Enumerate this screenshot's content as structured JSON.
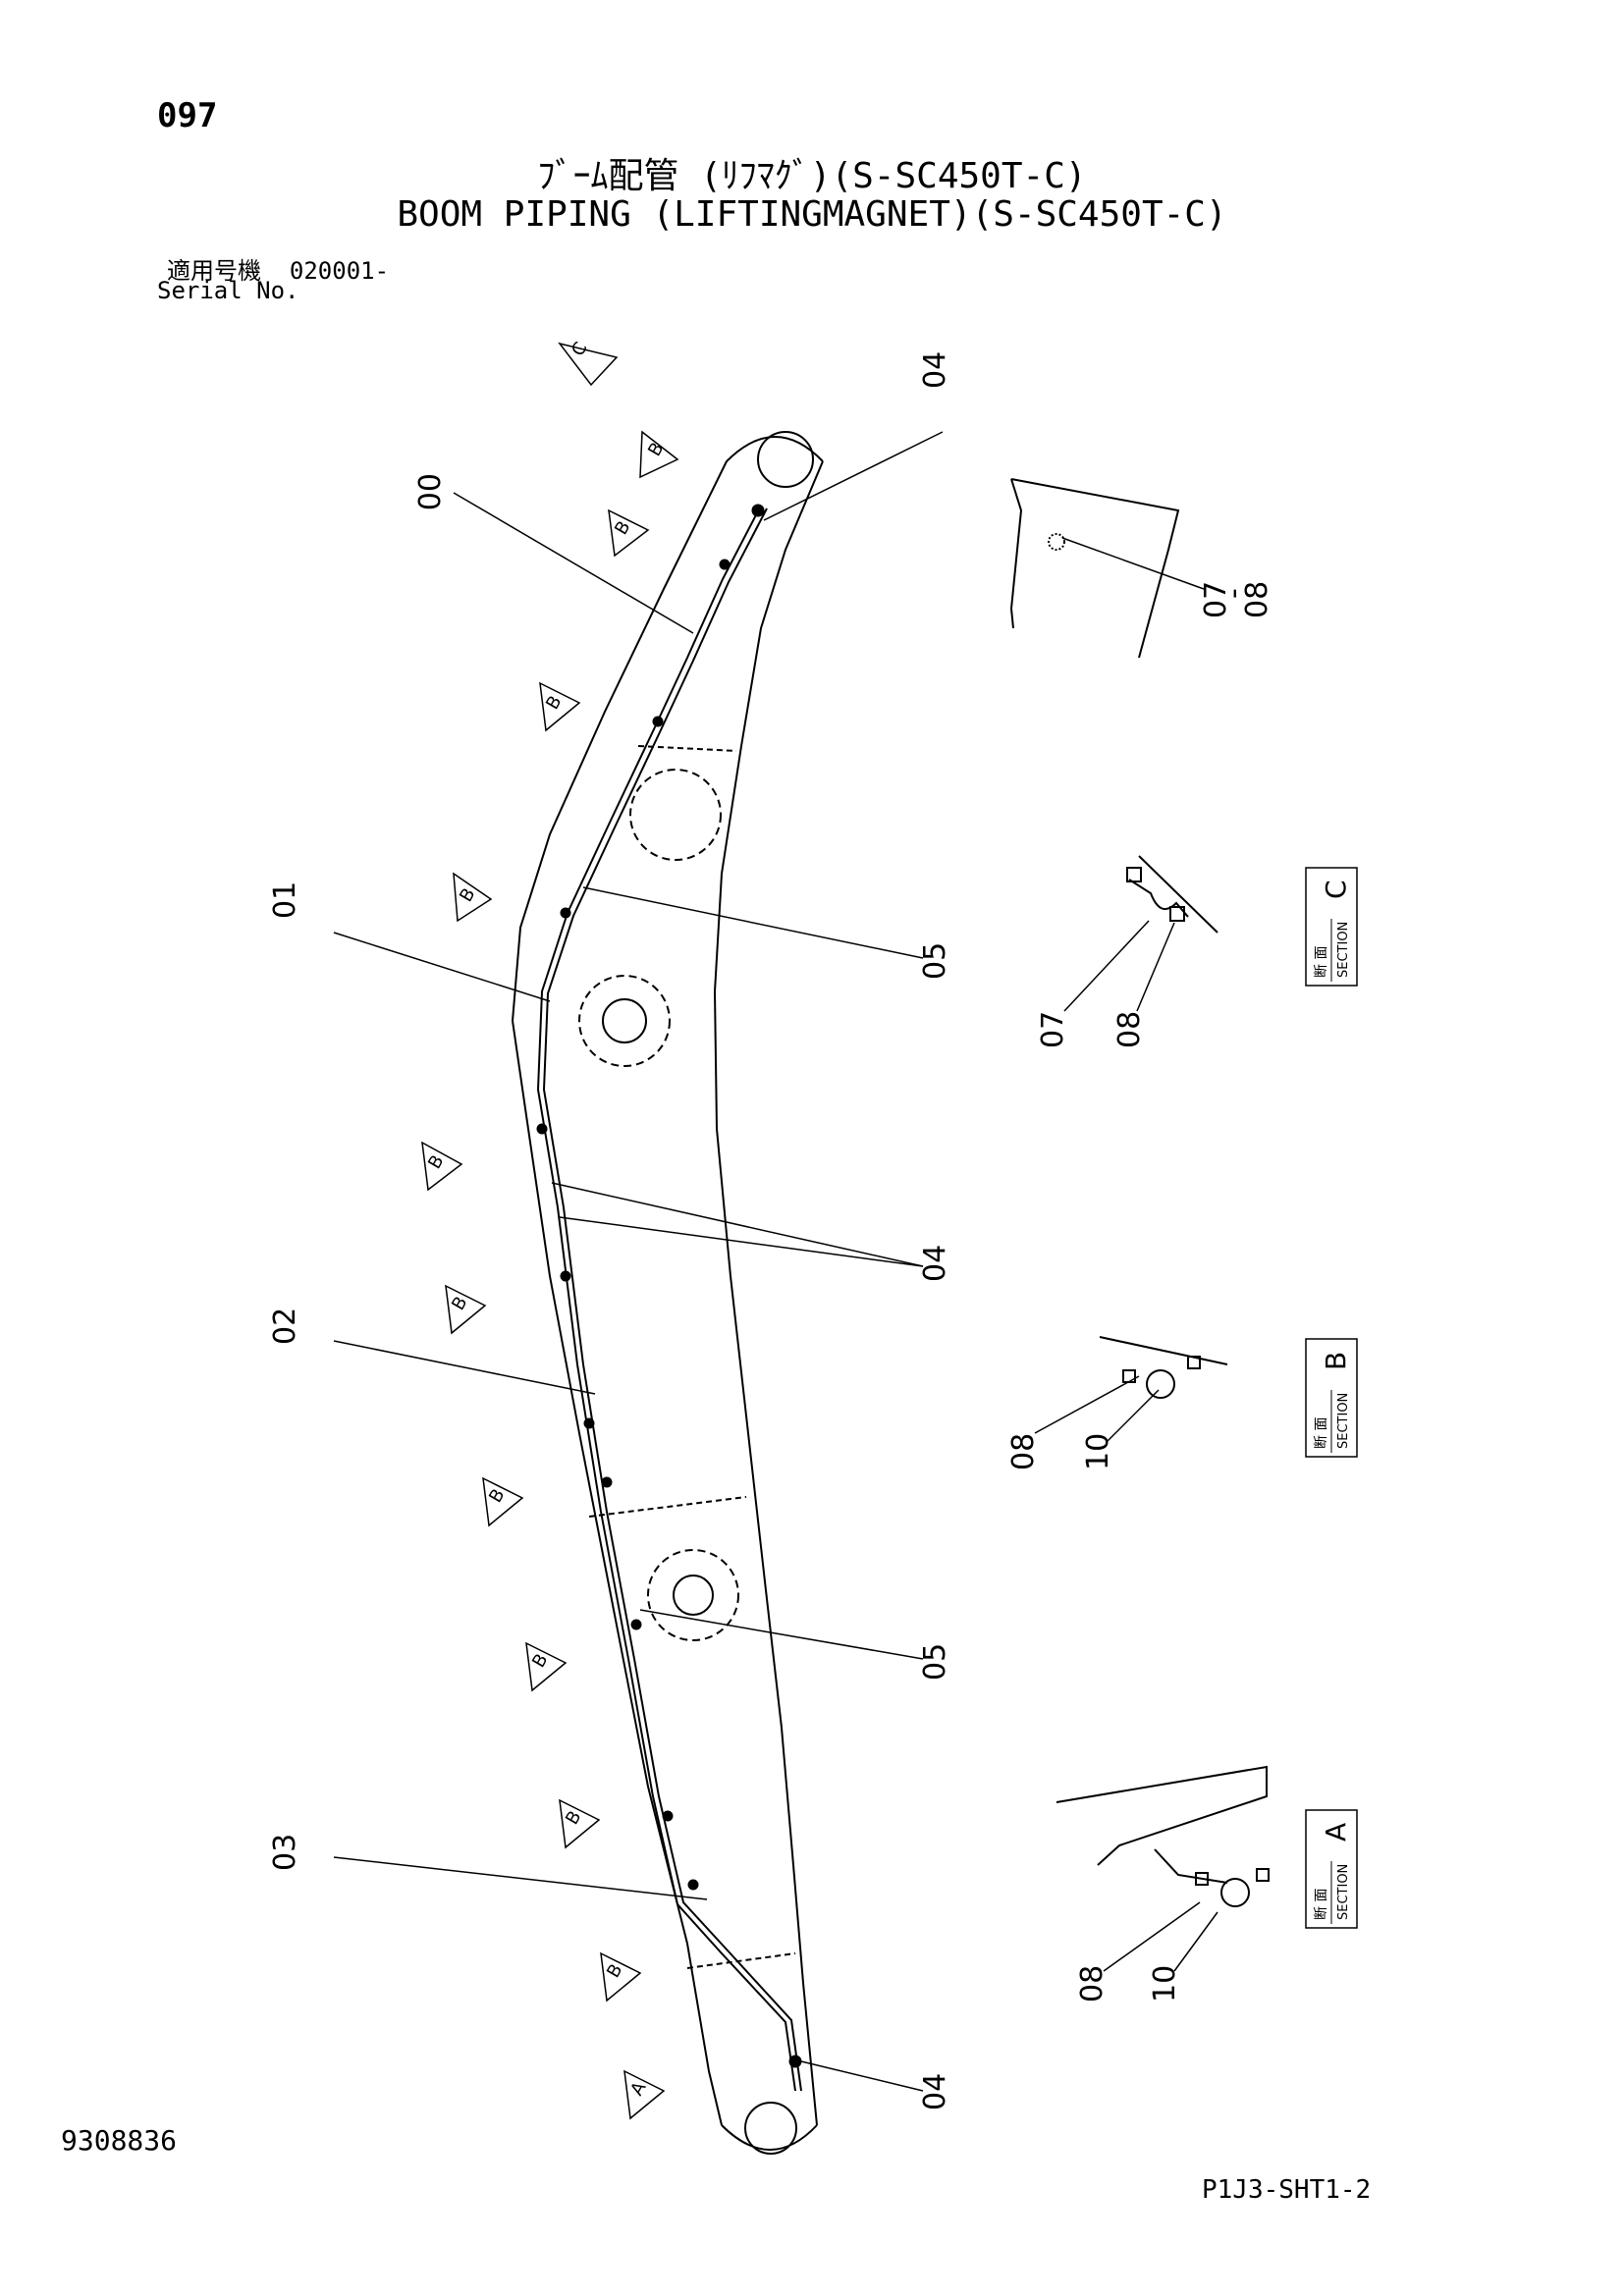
{
  "header": {
    "page_number": "097",
    "title_jp": "ﾌﾞｰﾑ配管 (ﾘﾌﾏｸﾞ)(S-SC450T-C)",
    "title_en": "BOOM PIPING (LIFTINGMAGNET)(S-SC450T-C)",
    "serial_label_jp": "適用号機",
    "serial_value": "020001-",
    "serial_label_en": "Serial No."
  },
  "footer": {
    "document_number": "9308836",
    "sheet_code": "P1J3-SHT1-2"
  },
  "callouts": {
    "c00": "00",
    "c04_top": "04",
    "c01": "01",
    "c05_upper": "05",
    "c04_middle": "04",
    "c02": "02",
    "c05_lower": "05",
    "c03": "03",
    "c04_bottom": "04",
    "c07_08": "07",
    "c07_08_dash": "-",
    "c07_08_b": "08",
    "secC_07": "07",
    "secC_08": "08",
    "secB_08": "08",
    "secB_10": "10",
    "secA_08": "08",
    "secA_10": "10"
  },
  "view_markers": {
    "c": "C",
    "b": "B",
    "a": "A"
  },
  "sections": {
    "c": {
      "kanji": "断 面",
      "label": "SECTION",
      "letter": "C"
    },
    "b": {
      "kanji": "断 面",
      "label": "SECTION",
      "letter": "B"
    },
    "a": {
      "kanji": "断 面",
      "label": "SECTION",
      "letter": "A"
    }
  }
}
